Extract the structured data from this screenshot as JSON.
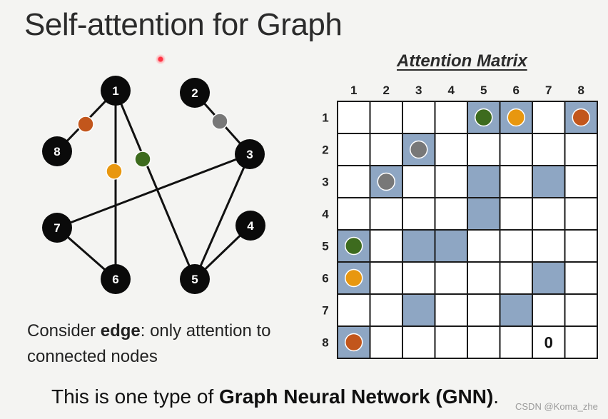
{
  "title": "Self-attention for Graph",
  "matrix_title": "Attention Matrix",
  "colors": {
    "orange_red": "#c2561c",
    "gray": "#787878",
    "green": "#3d6b1e",
    "yellow": "#e8970f",
    "cell_fill": "#8ea6c3",
    "node": "#0a0a0a"
  },
  "graph": {
    "nodes": [
      {
        "id": 1,
        "label": "1"
      },
      {
        "id": 2,
        "label": "2"
      },
      {
        "id": 3,
        "label": "3"
      },
      {
        "id": 4,
        "label": "4"
      },
      {
        "id": 5,
        "label": "5"
      },
      {
        "id": 6,
        "label": "6"
      },
      {
        "id": 7,
        "label": "7"
      },
      {
        "id": 8,
        "label": "8"
      }
    ],
    "edges": [
      {
        "from": 1,
        "to": 8,
        "color": "orange_red"
      },
      {
        "from": 1,
        "to": 6,
        "color": "yellow"
      },
      {
        "from": 1,
        "to": 5,
        "color": "green"
      },
      {
        "from": 2,
        "to": 3,
        "color": "gray"
      },
      {
        "from": 3,
        "to": 7,
        "color": null
      },
      {
        "from": 3,
        "to": 5,
        "color": null
      },
      {
        "from": 4,
        "to": 5,
        "color": null
      },
      {
        "from": 7,
        "to": 6,
        "color": null
      }
    ]
  },
  "matrix": {
    "col_labels": [
      "1",
      "2",
      "3",
      "4",
      "5",
      "6",
      "7",
      "8"
    ],
    "row_labels": [
      "1",
      "2",
      "3",
      "4",
      "5",
      "6",
      "7",
      "8"
    ],
    "cells": [
      {
        "row": 1,
        "col": 5,
        "dot": "green"
      },
      {
        "row": 1,
        "col": 6,
        "dot": "yellow"
      },
      {
        "row": 1,
        "col": 8,
        "dot": "orange_red"
      },
      {
        "row": 2,
        "col": 3,
        "dot": "gray"
      },
      {
        "row": 3,
        "col": 2,
        "dot": "gray"
      },
      {
        "row": 3,
        "col": 5,
        "dot": null
      },
      {
        "row": 3,
        "col": 7,
        "dot": null
      },
      {
        "row": 4,
        "col": 5,
        "dot": null
      },
      {
        "row": 5,
        "col": 1,
        "dot": "green"
      },
      {
        "row": 5,
        "col": 3,
        "dot": null
      },
      {
        "row": 5,
        "col": 4,
        "dot": null
      },
      {
        "row": 6,
        "col": 1,
        "dot": "yellow"
      },
      {
        "row": 6,
        "col": 7,
        "dot": null
      },
      {
        "row": 7,
        "col": 3,
        "dot": null
      },
      {
        "row": 7,
        "col": 6,
        "dot": null
      },
      {
        "row": 8,
        "col": 1,
        "dot": "orange_red"
      }
    ],
    "zero_label": {
      "row": 8,
      "col": 7,
      "text": "0"
    }
  },
  "caption": {
    "part1": "Consider ",
    "bold": "edge",
    "part2": ": only attention to connected nodes"
  },
  "footer": {
    "part1": "This is one type of ",
    "bold": "Graph Neural Network (GNN)",
    "part2": "."
  },
  "watermark": "CSDN @Koma_zhe"
}
